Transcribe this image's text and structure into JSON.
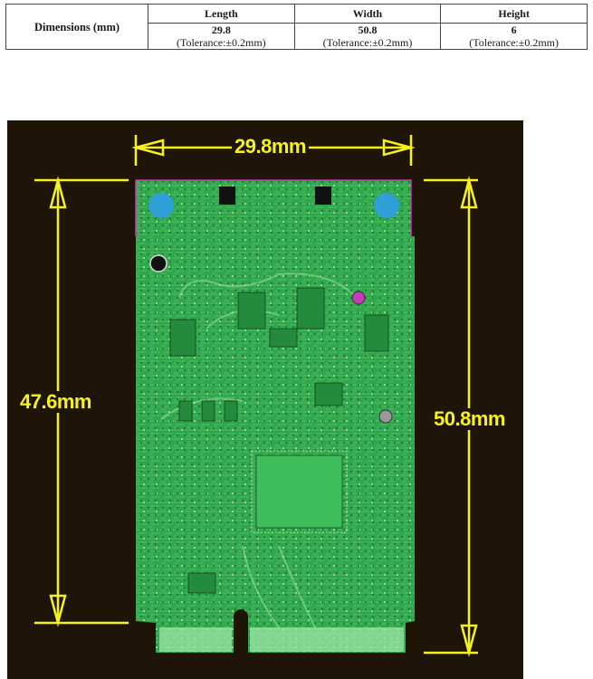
{
  "table": {
    "row_label": "Dimensions (mm)",
    "columns": [
      {
        "header": "Length",
        "value": "29.8",
        "tolerance": "(Tolerance:±0.2mm)"
      },
      {
        "header": "Width",
        "value": "50.8",
        "tolerance": "(Tolerance:±0.2mm)"
      },
      {
        "header": "Height",
        "value": "6",
        "tolerance": "(Tolerance:±0.2mm)"
      }
    ]
  },
  "figure": {
    "width_label": "29.8mm",
    "body_height_label": "47.6mm",
    "total_height_label": "50.8mm",
    "colors": {
      "background": "#1e1408",
      "board": "#2ea84a",
      "dimension": "#f7f21c",
      "mounting_hole": "#2f9fd8",
      "outline": "#c83ab8"
    }
  }
}
